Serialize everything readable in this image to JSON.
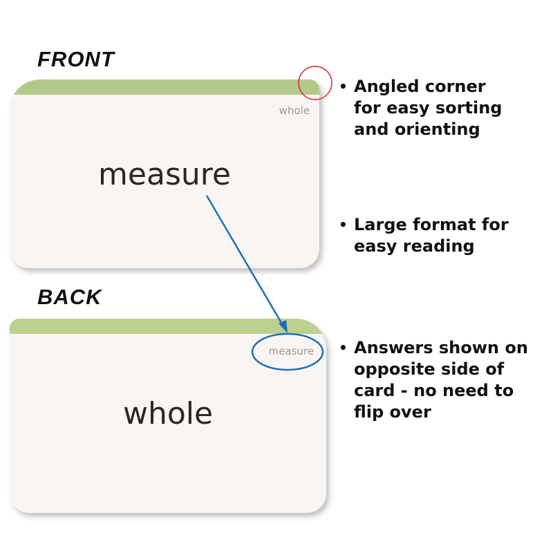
{
  "front": {
    "label": "FRONT",
    "corner_word": "whole",
    "main_word": "measure"
  },
  "back": {
    "label": "BACK",
    "corner_word": "measure",
    "main_word": "whole"
  },
  "features": [
    {
      "text": "Angled corner for easy sorting and orienting"
    },
    {
      "text": "Large format for easy reading"
    },
    {
      "text": "Answers shown on opposite side of card - no need to flip over"
    }
  ],
  "bullet_glyph": "•",
  "colors": {
    "band": "#b3c98a",
    "card": "#f8f5f3",
    "arrow": "#1a6fba",
    "highlight_circle": "#d9252a"
  }
}
